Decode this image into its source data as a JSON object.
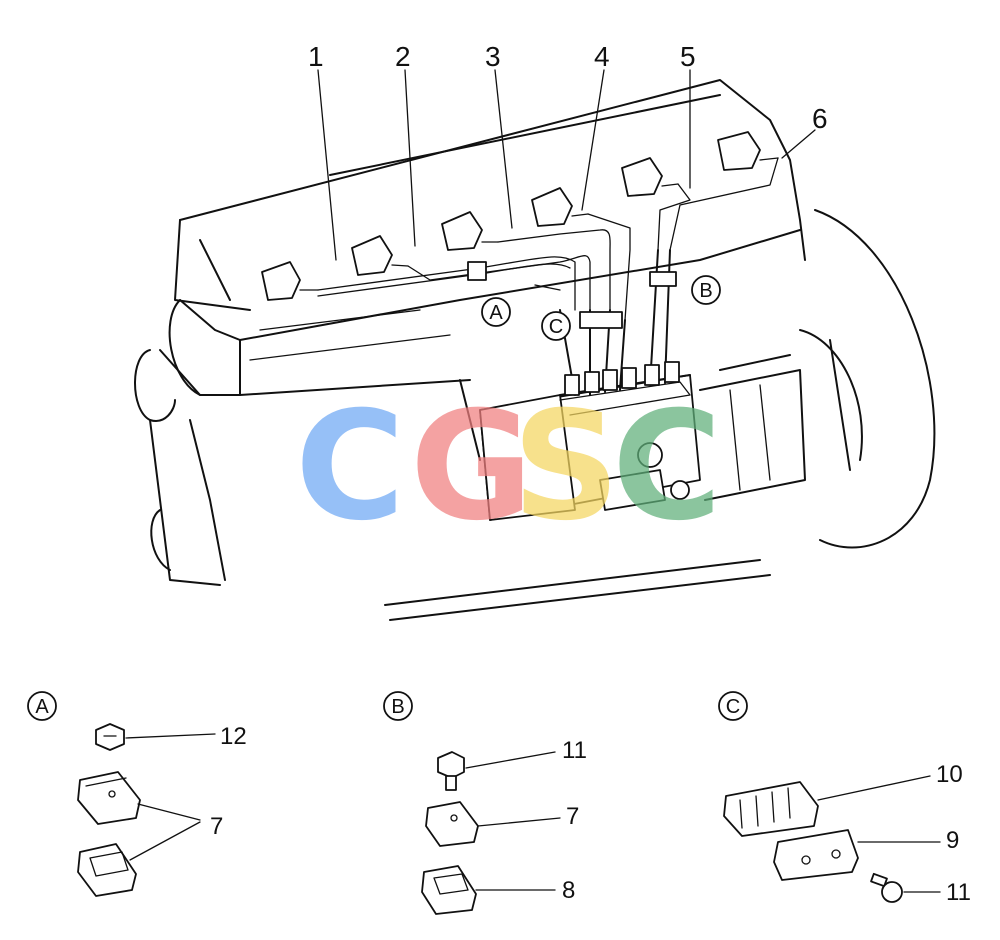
{
  "callouts": {
    "c1": "1",
    "c2": "2",
    "c3": "3",
    "c4": "4",
    "c5": "5",
    "c6": "6",
    "c7a": "7",
    "c7b": "7",
    "c8": "8",
    "c9": "9",
    "c10": "10",
    "c11a": "11",
    "c11b": "11",
    "c12": "12"
  },
  "detail_markers": {
    "a": "A",
    "b": "B",
    "c": "C",
    "a_main": "A",
    "b_main": "B",
    "c_main": "C"
  },
  "watermark": {
    "letters": [
      "C",
      "G",
      "S",
      "C"
    ],
    "colors": [
      "#6fa8f5",
      "#f07f7f",
      "#f5d660",
      "#5fb07a"
    ]
  }
}
